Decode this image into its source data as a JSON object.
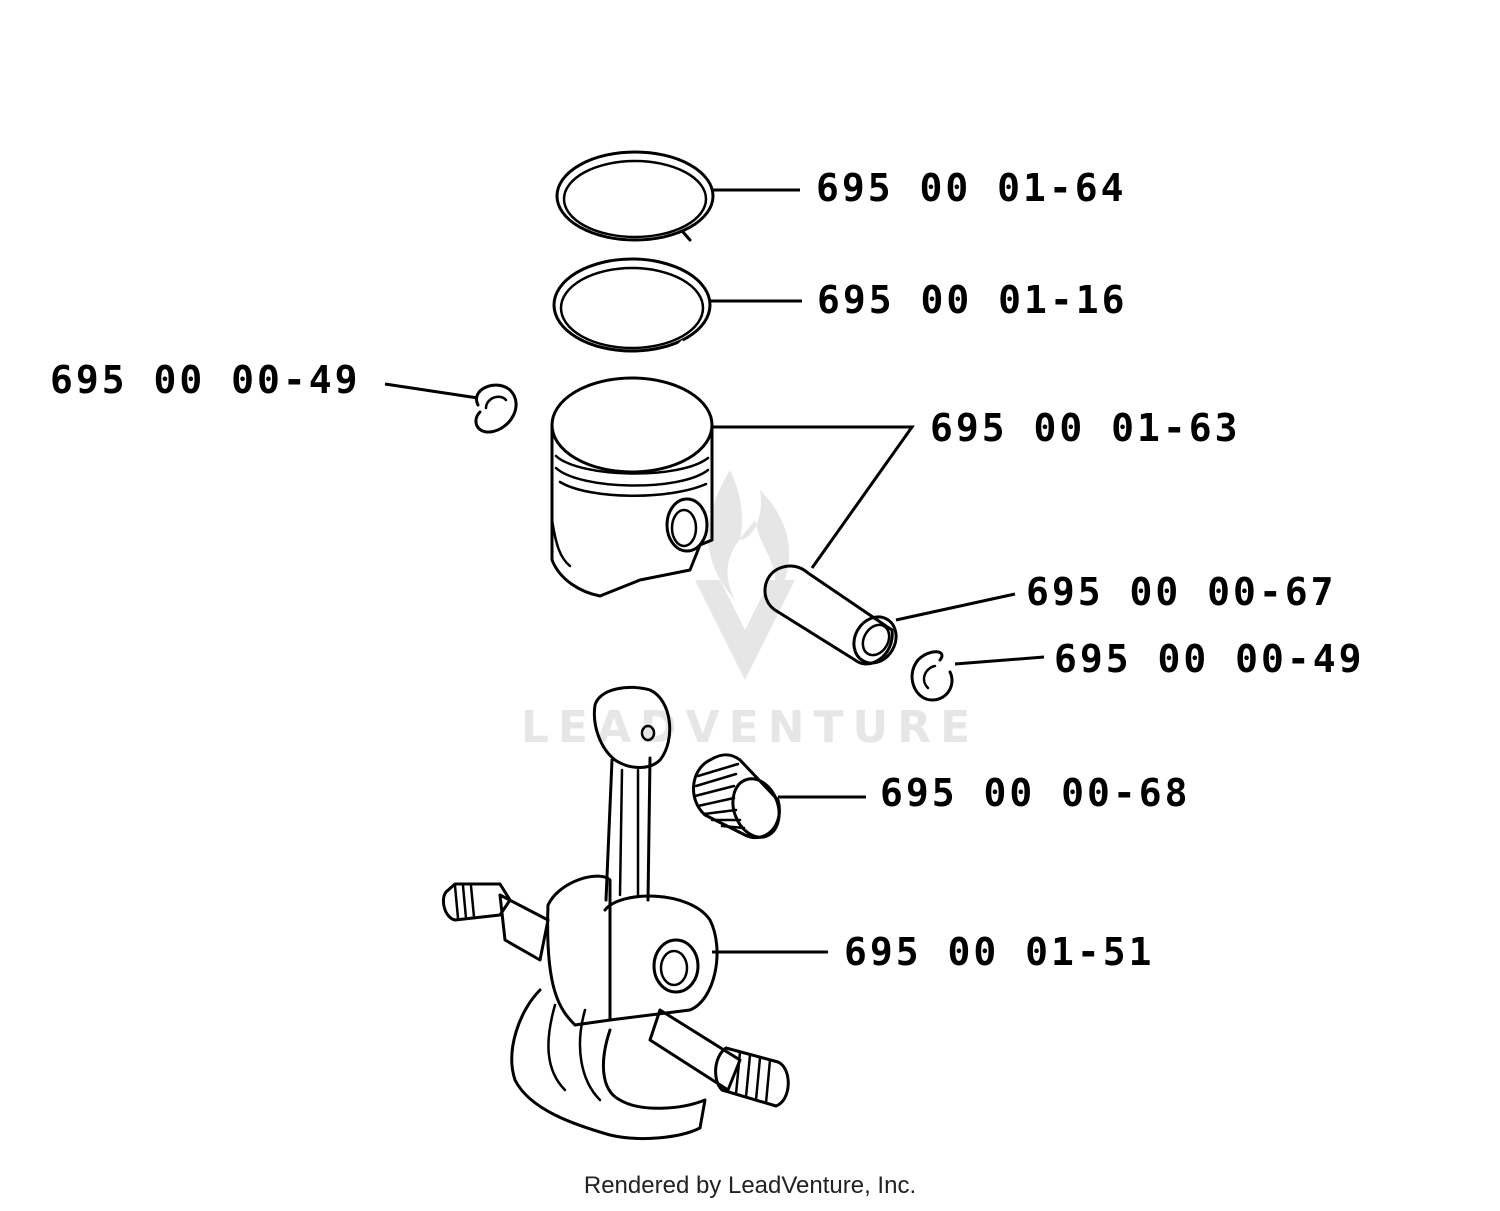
{
  "parts": [
    {
      "id": "ring_top",
      "part_number": "695 00 01-64"
    },
    {
      "id": "ring_bottom",
      "part_number": "695 00 01-16"
    },
    {
      "id": "circlip_left",
      "part_number": "695 00 00-49"
    },
    {
      "id": "piston",
      "part_number": "695 00 01-63"
    },
    {
      "id": "piston_pin",
      "part_number": "695 00 00-67"
    },
    {
      "id": "circlip_right",
      "part_number": "695 00 00-49"
    },
    {
      "id": "needle_bearing",
      "part_number": "695 00 00-68"
    },
    {
      "id": "crankshaft",
      "part_number": "695 00 01-51"
    }
  ],
  "watermark": {
    "text": "LEADVENTURE",
    "color": "#e6e6e6"
  },
  "footer": {
    "text": "Rendered by LeadVenture, Inc."
  },
  "colors": {
    "line": "#000000",
    "background": "#ffffff",
    "watermark": "#e6e6e6"
  }
}
